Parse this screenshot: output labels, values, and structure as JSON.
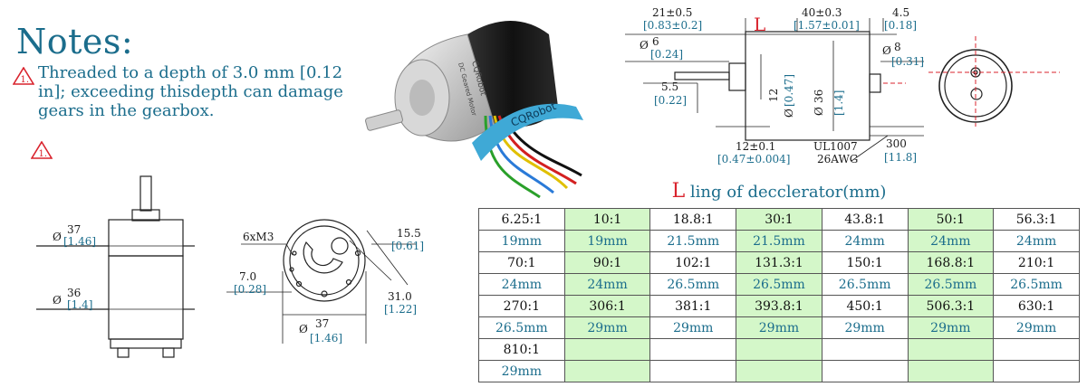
{
  "notes": {
    "title": "Notes:",
    "note1_marker": "1.",
    "note1_text": "Threaded to a depth of 3.0 mm [0.12 in]; exceeding thisdepth can damage gears in the gearbox.",
    "note2_marker": "1."
  },
  "product_labels": {
    "strap_brand": "CQRobot",
    "motor_brand": "CQRobot",
    "motor_desc": "DC Geared Motor"
  },
  "front_view": {
    "dia_37": "37",
    "dia_37_in": "[1.46]",
    "dia_36": "36",
    "dia_36_in": "[1.4]",
    "phi": "Ø"
  },
  "end_view": {
    "screw": "6xM3",
    "d_15_5": "15.5",
    "d_15_5_in": "[0.61]",
    "d_7_0": "7.0",
    "d_7_0_in": "[0.28]",
    "d_31_0": "31.0",
    "d_31_0_in": "[1.22]",
    "dia_37": "37",
    "dia_37_in": "[1.46]"
  },
  "side_view": {
    "L_label": "L",
    "d_21": "21±0.5",
    "d_21_in": "[0.83±0.2]",
    "d_40": "40±0.3",
    "d_40_in": "[1.57±0.01]",
    "d_4_5": "4.5",
    "d_4_5_in": "[0.18]",
    "dia_6": "6",
    "dia_6_in": "[0.24]",
    "dia_8": "8",
    "dia_8_in": "[0.31]",
    "d_5_5": "5.5",
    "d_5_5_in": "[0.22]",
    "dia_12": "12",
    "dia_12_in": "[0.47]",
    "dia_36": "36",
    "dia_36_in": "[1.4]",
    "d_12": "12±0.1",
    "d_12_in": "[0.47±0.004]",
    "wire": "UL1007",
    "awg": "26AWG",
    "d_300": "300",
    "d_300_in": "[11.8]"
  },
  "table": {
    "title_L": "L",
    "title_rest": " ling of decclerator(mm)",
    "rows": [
      [
        "6.25:1",
        "10:1",
        "18.8:1",
        "30:1",
        "43.8:1",
        "50:1",
        "56.3:1"
      ],
      [
        "19mm",
        "19mm",
        "21.5mm",
        "21.5mm",
        "24mm",
        "24mm",
        "24mm"
      ],
      [
        "70:1",
        "90:1",
        "102:1",
        "131.3:1",
        "150:1",
        "168.8:1",
        "210:1"
      ],
      [
        "24mm",
        "24mm",
        "26.5mm",
        "26.5mm",
        "26.5mm",
        "26.5mm",
        "26.5mm"
      ],
      [
        "270:1",
        "306:1",
        "381:1",
        "393.8:1",
        "450:1",
        "506.3:1",
        "630:1"
      ],
      [
        "26.5mm",
        "29mm",
        "29mm",
        "29mm",
        "29mm",
        "29mm",
        "29mm"
      ],
      [
        "810:1",
        "",
        "",
        "",
        "",
        "",
        ""
      ],
      [
        "29mm",
        "",
        "",
        "",
        "",
        "",
        ""
      ]
    ]
  },
  "colors": {
    "teal": "#1b6d8c",
    "red": "#d9232d",
    "green_cell": "#d4f7c9"
  }
}
